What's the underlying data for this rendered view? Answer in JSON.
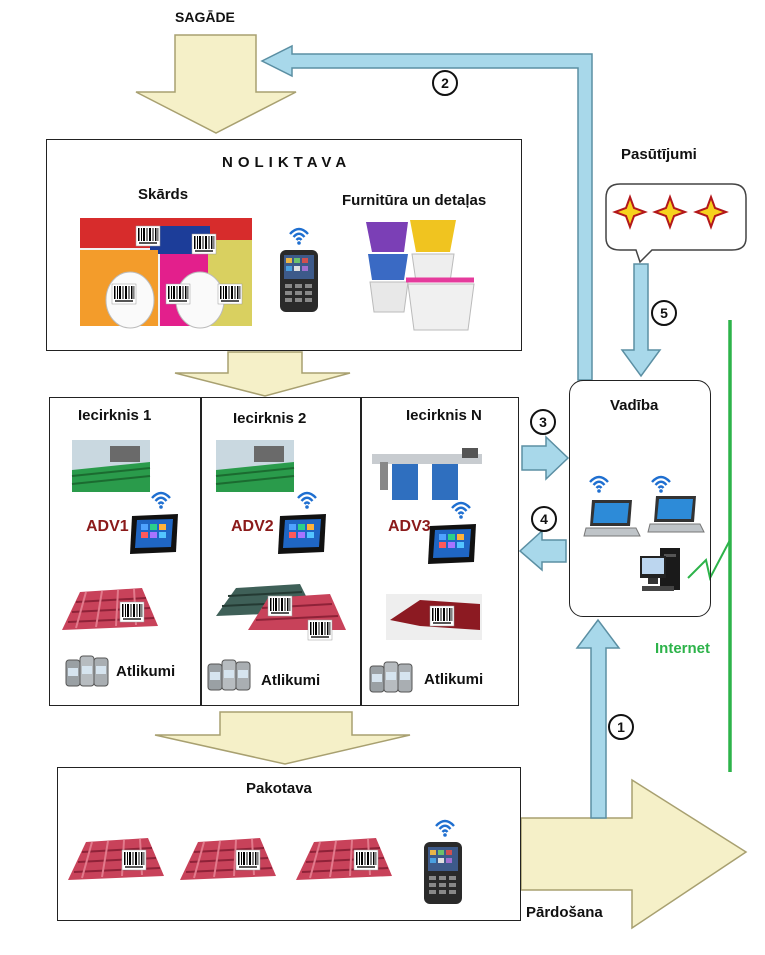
{
  "labels": {
    "sagade": "SAGĀDE",
    "noliktava": "NOLIKTAVA",
    "skards": "Skārds",
    "furnitura": "Furnitūra un detaļas",
    "pasutijumi": "Pasūtījumi",
    "vadiba": "Vadība",
    "internet": "Internet",
    "pakotava": "Pakotava",
    "pardosana": "Pārdošana"
  },
  "sections": [
    {
      "title": "Iecirknis 1",
      "adv": "ADV1",
      "stock": "Atlikumi"
    },
    {
      "title": "Iecirknis 2",
      "adv": "ADV2",
      "stock": "Atlikumi"
    },
    {
      "title": "Iecirknis N",
      "adv": "ADV3",
      "stock": "Atlikumi"
    }
  ],
  "steps": [
    "1",
    "2",
    "3",
    "4",
    "5"
  ],
  "colors": {
    "big_arrow_fill": "#f5f0c8",
    "big_arrow_stroke": "#a8a070",
    "flow_arrow_fill": "#a8d8ea",
    "flow_arrow_stroke": "#5b8fa3",
    "adv_label": "#8b1a1a",
    "internet_line": "#2db34a",
    "star": "#f6d21c",
    "star_outline": "#b3171a",
    "roof": "#c8425a"
  },
  "icons": [
    "barcode-icon",
    "wifi-icon",
    "handheld-scanner-icon",
    "tablet-icon",
    "laptop-icon",
    "desktop-computer-icon",
    "roof-tile-icon",
    "paint-cans-icon",
    "star-icon"
  ]
}
